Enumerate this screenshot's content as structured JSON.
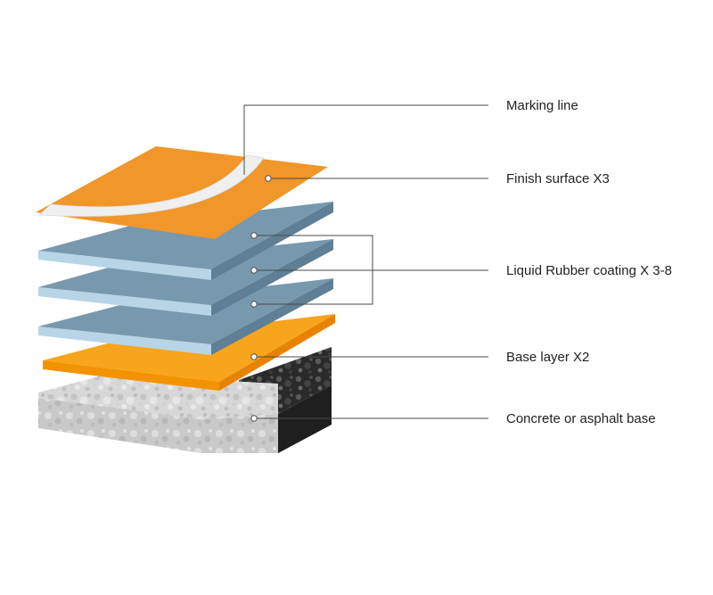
{
  "labels": {
    "marking_line": "Marking line",
    "finish_surface": "Finish surface X3",
    "liquid_rubber": "Liquid Rubber coating X 3-8",
    "base_layer": "Base layer X2",
    "concrete_base": "Concrete or asphalt base"
  },
  "colors": {
    "finish_orange": "#F0962A",
    "rubber_top": "#7898AE",
    "rubber_front": "#B7D5E7",
    "rubber_side": "#5E7F95",
    "base_orange": "#F7A51D",
    "base_edge": "#F39300",
    "concrete_top": "#DEDEDE",
    "concrete_front": "#CACACA",
    "asphalt": "#2A2A2A"
  }
}
